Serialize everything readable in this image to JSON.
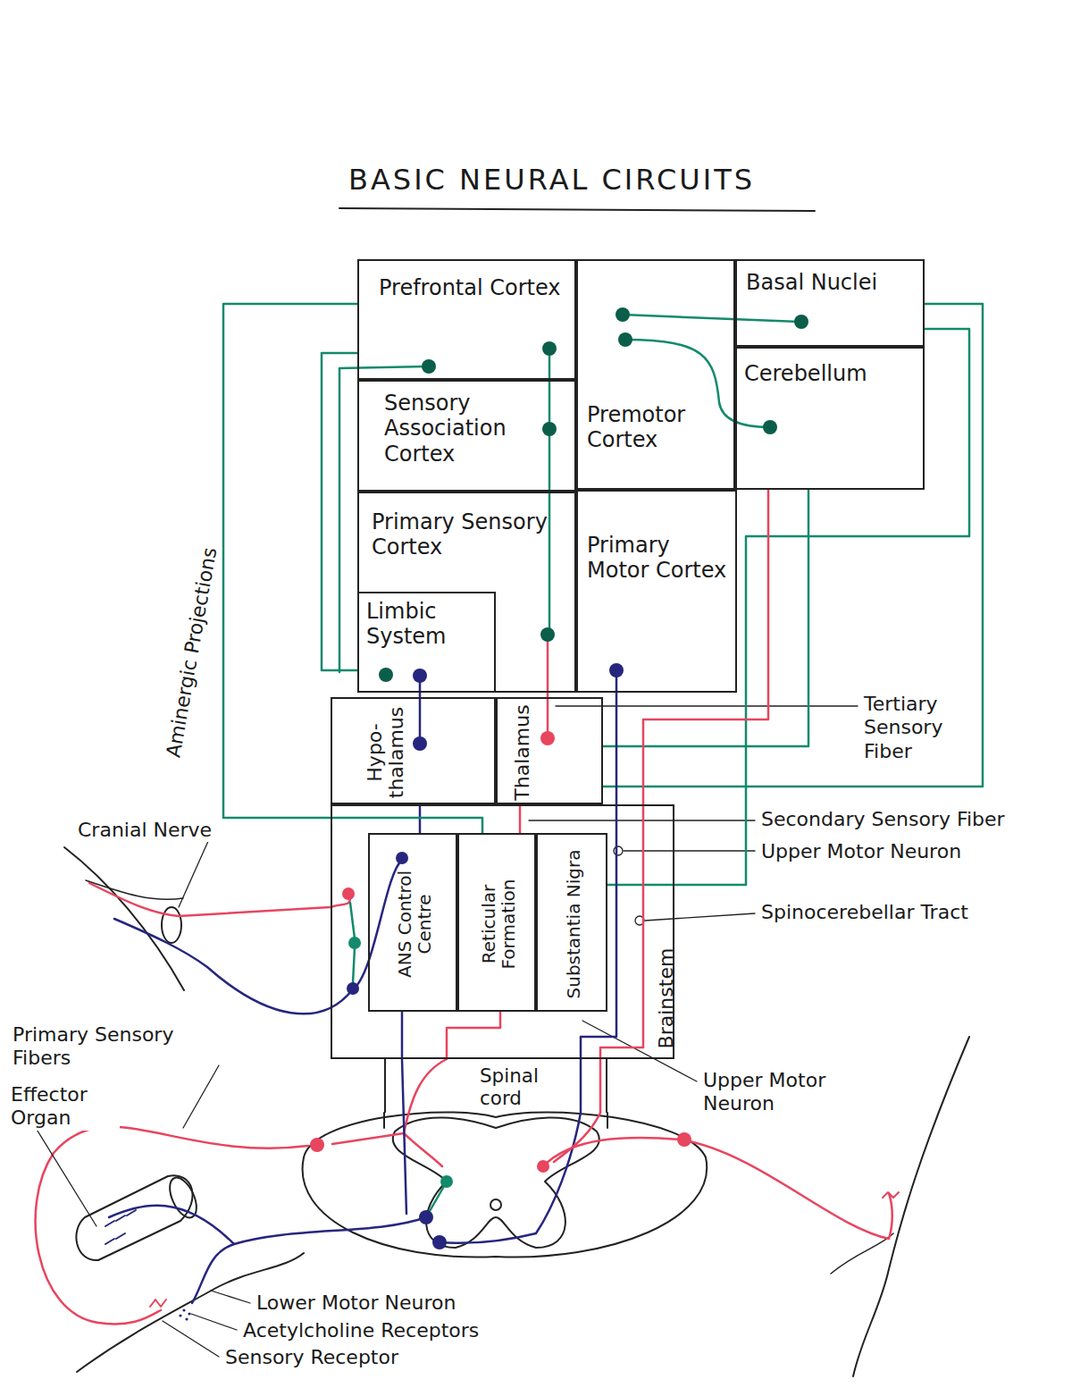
{
  "diagram": {
    "title": "BASIC NEURAL CIRCUITS",
    "nodes": [
      {
        "text": [
          "Prefrontal Cortex"
        ]
      },
      {
        "text": [
          "Premotor Cortex"
        ]
      },
      {
        "text": [
          "Basal Nuclei"
        ]
      },
      {
        "text": [
          "Cerebellum"
        ]
      },
      {
        "text": [
          "Sensory Association Cortex"
        ]
      },
      {
        "text": [
          "Primary Sensory Cortex"
        ]
      },
      {
        "text": [
          "Limbic System"
        ],
        "in": 5
      },
      {
        "text": [
          "Primary Motor Cortex"
        ]
      },
      {
        "text": [
          "Hypo- thalamus"
        ]
      },
      {
        "text": [
          "Thalamus"
        ]
      },
      {
        "text": [
          "Brainstem"
        ]
      },
      {
        "text": [
          "ANS Control Centre"
        ],
        "in": 10
      },
      {
        "text": [
          "Reticular Formation"
        ],
        "in": 10
      },
      {
        "text": [
          "Substantia Nigra"
        ],
        "in": 10
      },
      {
        "text": [
          "Spinal cord"
        ]
      }
    ],
    "edges": [
      {
        "from": 2,
        "to": 9,
        "arrow": "none"
      },
      {
        "from": 2,
        "to": 13,
        "arrow": "none"
      },
      {
        "from": 3,
        "to": 9,
        "arrow": "none"
      },
      {
        "from": 6,
        "to": 0,
        "arrow": "none"
      },
      {
        "from": 12,
        "to": 9,
        "arrow": "none"
      },
      {
        "from": 8,
        "to": 11,
        "arrow": "none"
      },
      {
        "from": 14,
        "to": 12,
        "arrow": "none"
      },
      {
        "from": 11,
        "to": 14,
        "arrow": "none"
      },
      {
        "from": 7,
        "to": 14,
        "arrow": "none"
      },
      {
        "from": 3,
        "to": 14,
        "arrow": "none"
      },
      {
        "from": 12,
        "to": 0,
        "arrow": "none"
      }
    ],
    "labels": [
      "Aminergic Projections",
      "Tertiary Sensory Fiber",
      "Secondary Sensory Fiber",
      "Upper Motor Neuron",
      "Spinocerebellar Tract",
      "Cranial Nerve",
      "Primary Sensory Fibers",
      "Effector Organ",
      "Upper Motor Neuron",
      "Lower Motor Neuron",
      "Acetylcholine Receptors",
      "Sensory Receptor"
    ]
  }
}
